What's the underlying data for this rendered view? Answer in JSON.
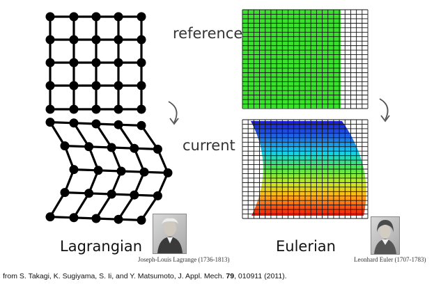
{
  "labels": {
    "reference": "reference",
    "current": "current",
    "lagrangian": "Lagrangian",
    "eulerian": "Eulerian"
  },
  "captions": {
    "lagrange": "Joseph-Louis Lagrange (1736-1813)",
    "euler": "Leonhard Euler (1707-1783)"
  },
  "citation": {
    "before": "from S. Takagi, K. Sugiyama, S. Ii, and Y. Matsumoto, J. Appl. Mech. ",
    "volume": "79",
    "after": ", 010911 (2011)."
  },
  "colors": {
    "reference_fill": "#39e22b",
    "grid_line": "#111111",
    "node": "#000000",
    "current_gradient": [
      "#1a1ad6",
      "#14b4ee",
      "#4ee84a",
      "#ffd21a",
      "#ff6a10",
      "#e81a10"
    ]
  },
  "icons": [
    "rotate-arrow-icon",
    "rotate-arrow-icon",
    "portrait-lagrange",
    "portrait-euler"
  ]
}
